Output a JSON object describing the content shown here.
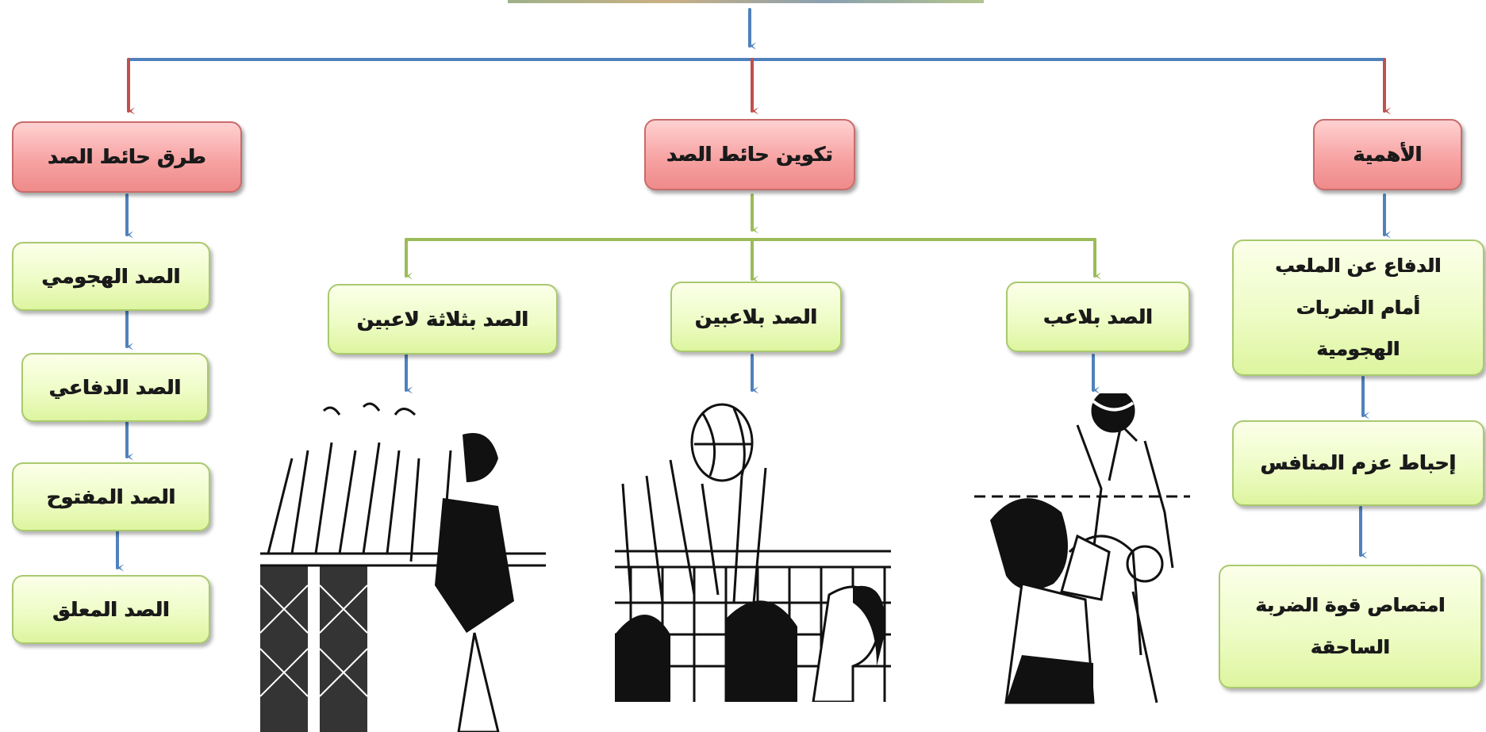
{
  "top_level": {
    "importance": "الأهمية",
    "formation": "تكوين حائط الصد",
    "methods": "طرق حائط الصد"
  },
  "importance_items": [
    "الدفاع عن الملعب أمام الضربات الهجومية",
    "إحباط عزم المنافس",
    "امتصاص قوة الضربة الساحقة"
  ],
  "formation_items": [
    "الصد بلاعب",
    "الصد بلاعبين",
    "الصد بثلاثة لاعبين"
  ],
  "method_items": [
    "الصد الهجومي",
    "الصد الدفاعي",
    "الصد المفتوح",
    "الصد المعلق"
  ],
  "colors": {
    "blue_connector": "#4f81bd",
    "red_connector": "#c0504d",
    "green_connector": "#9bbb59"
  },
  "images": [
    {
      "icon": "one-player-block-illustration"
    },
    {
      "icon": "two-player-block-illustration"
    },
    {
      "icon": "three-player-block-illustration"
    }
  ]
}
